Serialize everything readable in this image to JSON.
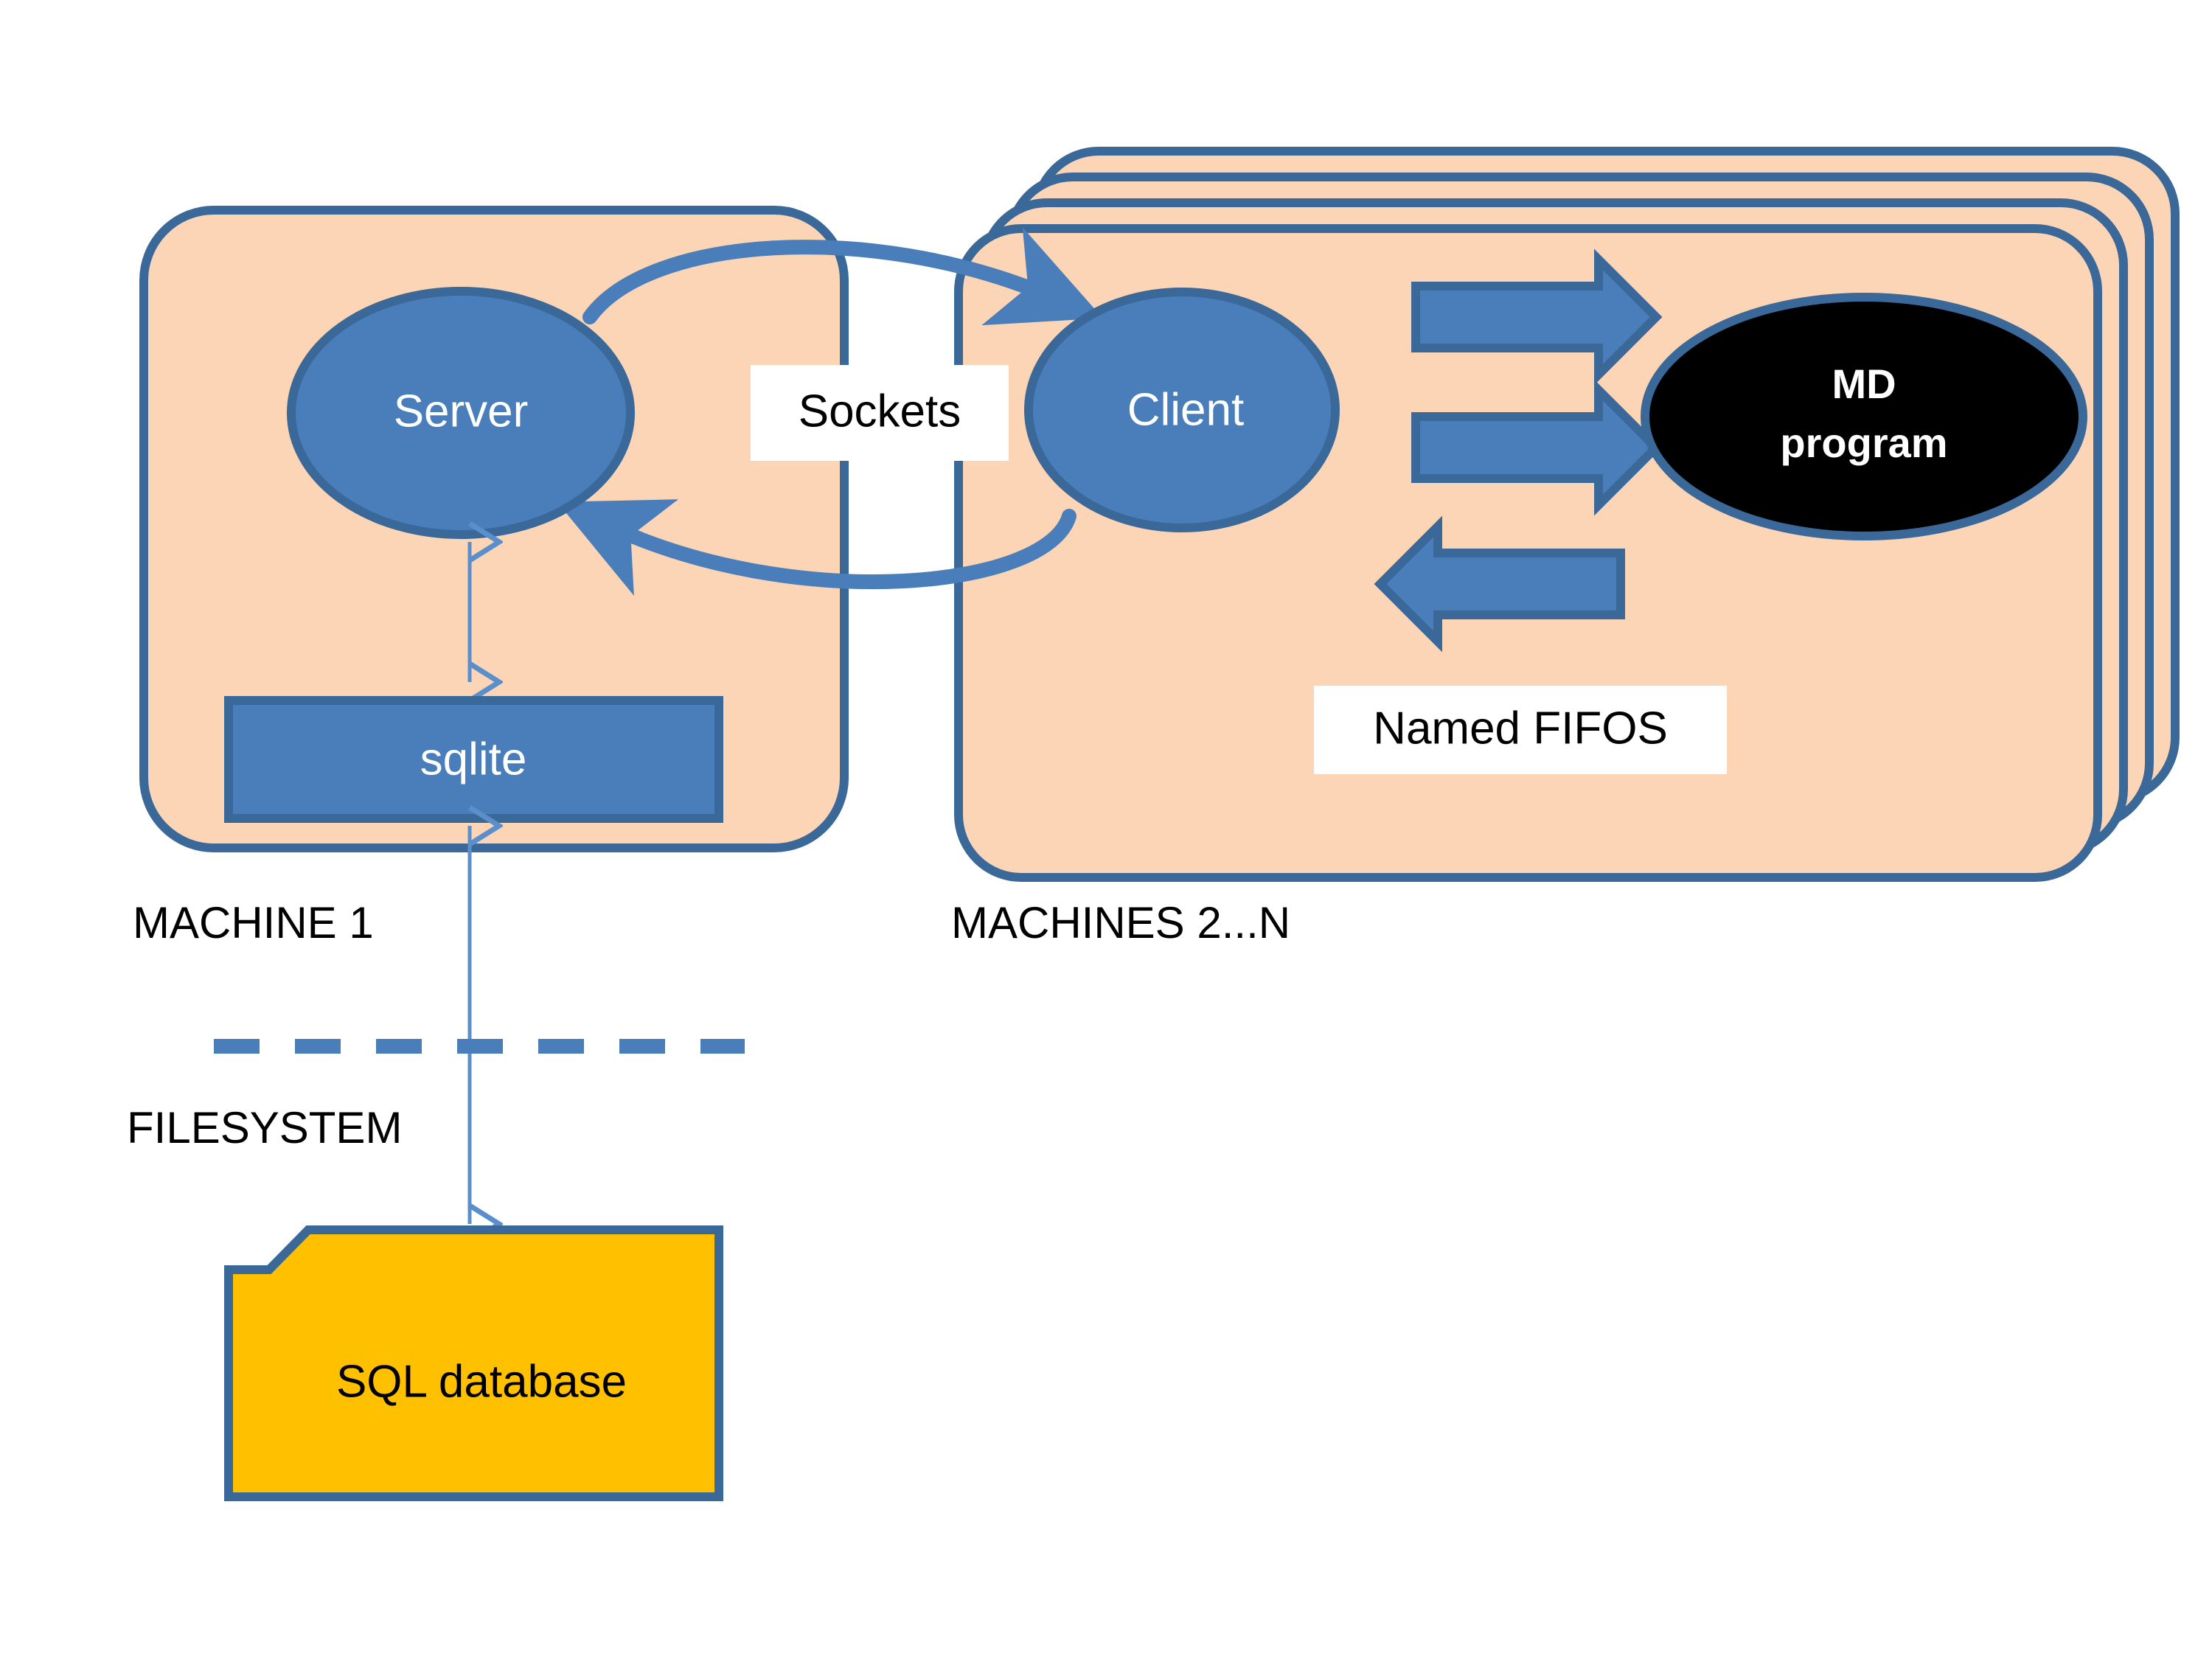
{
  "diagram": {
    "title": "Client-server architecture with sockets, named FIFOs and SQL database",
    "colors": {
      "machine_fill": "#FBD5B5",
      "machine_border": "#3A6898",
      "node_fill": "#4A7EBB",
      "node_border": "#3A6898",
      "md_fill": "#000000",
      "database_fill": "#FFC000",
      "socket_arrow": "#4A7EBB",
      "thin_arrow": "#5B8FCB",
      "dashed_line": "#4A7EBB",
      "label_box": "#FFFFFF",
      "text_light": "#FFFFFF",
      "text_dark": "#000000"
    },
    "machine1": {
      "caption": "MACHINE 1",
      "nodes": {
        "server": "Server",
        "sqlite": "sqlite"
      }
    },
    "machines2n": {
      "caption": "MACHINES 2...N",
      "stack_count": 4,
      "nodes": {
        "client": "Client",
        "md_program_line1": "MD",
        "md_program_line2": "program"
      },
      "fifo_label": "Named FIFOS",
      "fifo_arrow_directions": [
        "right",
        "right",
        "left"
      ]
    },
    "connectors": {
      "sockets_label": "Sockets",
      "server_sqlite": "bidirectional",
      "sqlite_database": "bidirectional"
    },
    "filesystem": {
      "label": "FILESYSTEM",
      "database": "SQL database"
    }
  }
}
